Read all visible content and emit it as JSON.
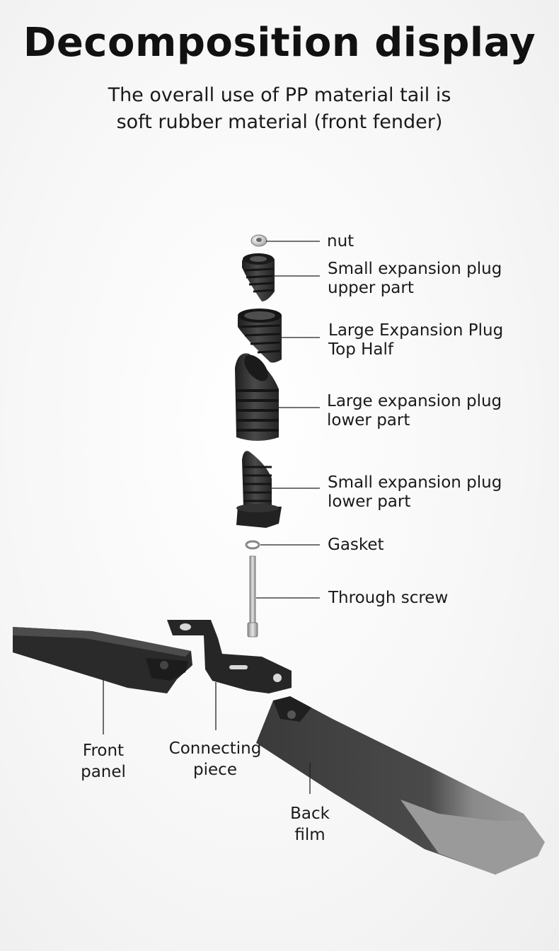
{
  "header": {
    "title": "Decomposition display",
    "subtitle_line1": "The overall use of PP material tail is",
    "subtitle_line2": "soft rubber material (front fender)"
  },
  "parts": {
    "nut": "nut",
    "small_plug_upper_l1": "Small expansion plug",
    "small_plug_upper_l2": "upper part",
    "large_plug_top_l1": "Large Expansion Plug",
    "large_plug_top_l2": "Top Half",
    "large_plug_lower_l1": "Large expansion plug",
    "large_plug_lower_l2": "lower part",
    "small_plug_lower_l1": "Small expansion plug",
    "small_plug_lower_l2": "lower part",
    "gasket": "Gasket",
    "through_screw": "Through screw",
    "front_panel_l1": "Front",
    "front_panel_l2": "panel",
    "connecting_piece_l1": "Connecting",
    "connecting_piece_l2": "piece",
    "back_film_l1": "Back",
    "back_film_l2": "film"
  },
  "colors": {
    "part_dark": "#2b2b2b",
    "part_mid": "#3d3d3d",
    "rear_grey": "#8e8e8e",
    "leader_line": "#222222"
  }
}
